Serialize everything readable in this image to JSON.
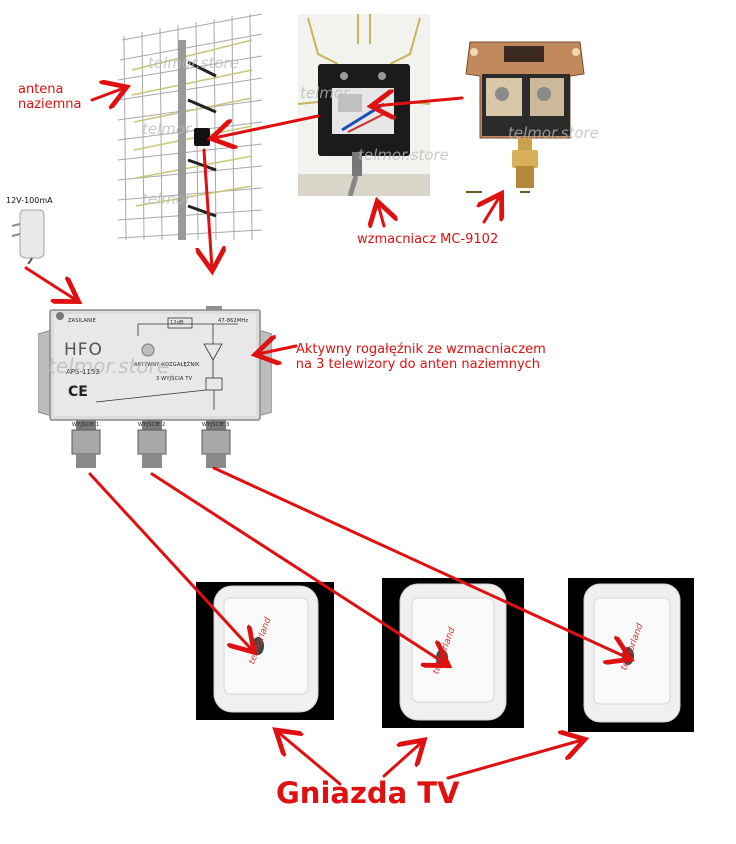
{
  "labels": {
    "antenna": [
      "antena",
      "naziemna"
    ],
    "power_supply": "12V-100mA",
    "amplifier": "wzmacniacz MC-9102",
    "splitter": [
      "Aktywny rogałęźnik ze wzmacniaczem",
      "na 3 telewizory do anten naziemnych"
    ],
    "sockets_title": "Gniazda TV"
  },
  "watermarks": {
    "telmor": "telmor",
    "telmor_store": "telmor.store",
    "socket": "telmorland"
  },
  "splitter_device": {
    "brand": "HFO",
    "input_label": "ZASILANIE",
    "model": "APS-1153",
    "name_plate": "AKTYWNY ROZGAŁĘŹNIK",
    "channel_note": "3 WYJŚCIA TV",
    "gain_label": "12dB",
    "freq_label": "47-862MHz",
    "outputs": [
      "WYJŚCIE 1",
      "WYJŚCIE 2",
      "WYJŚCIE 3"
    ],
    "ce_mark": "CE"
  },
  "colors": {
    "arrow_red": "#e01010",
    "label_red": "#e01010"
  }
}
